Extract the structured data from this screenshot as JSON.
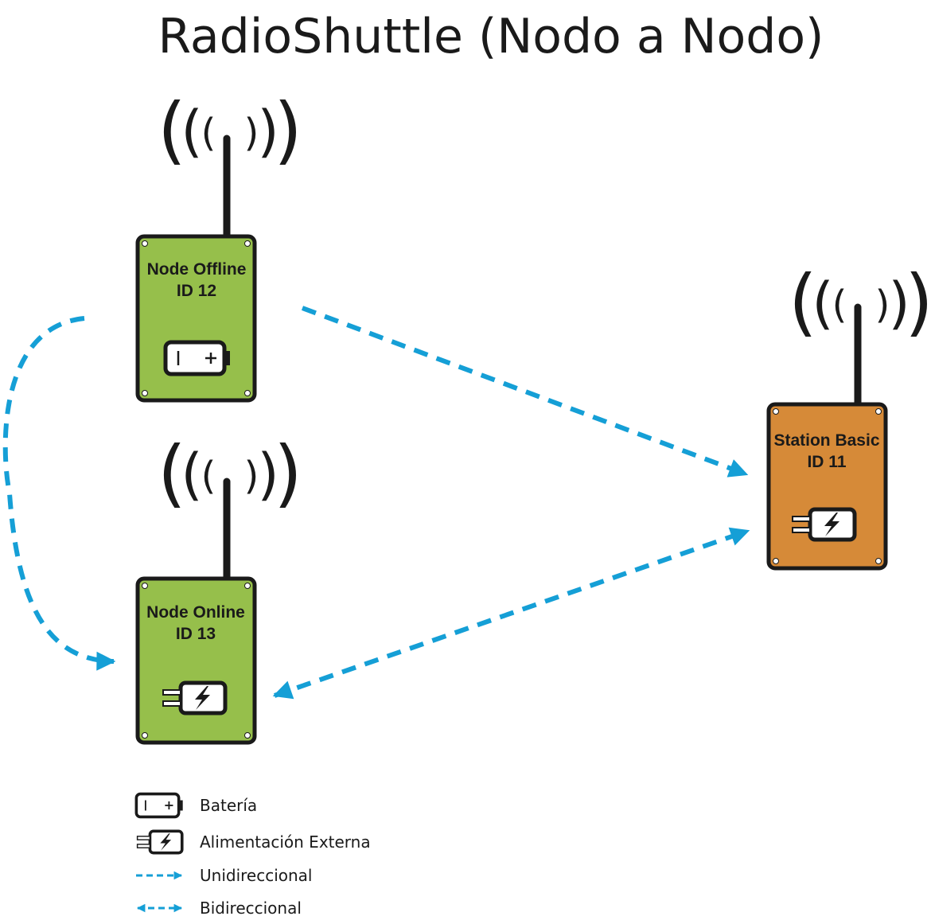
{
  "title": "RadioShuttle (Nodo a Nodo)",
  "colors": {
    "node_green": "#96bf4b",
    "station_orange": "#d68a38",
    "arrow_blue": "#159fd6",
    "outline": "#1a1a1a"
  },
  "nodes": [
    {
      "id": "node-offline",
      "line1": "Node Offline",
      "line2": "ID 12",
      "power_icon": "battery-icon",
      "color": "#96bf4b"
    },
    {
      "id": "node-online",
      "line1": "Node Online",
      "line2": "ID 13",
      "power_icon": "external-power-icon",
      "color": "#96bf4b"
    },
    {
      "id": "station-basic",
      "line1": "Station Basic",
      "line2": "ID 11",
      "power_icon": "external-power-icon",
      "color": "#d68a38"
    }
  ],
  "connections": [
    {
      "from": "node-offline",
      "to": "station-basic",
      "kind": "unidirectional"
    },
    {
      "from": "node-offline",
      "to": "node-online",
      "kind": "unidirectional"
    },
    {
      "from": "node-online",
      "to": "station-basic",
      "kind": "bidirectional"
    }
  ],
  "legend": {
    "battery": "Batería",
    "external_power": "Alimentación Externa",
    "unidirectional": "Unidireccional",
    "bidirectional": "Bidireccional"
  }
}
